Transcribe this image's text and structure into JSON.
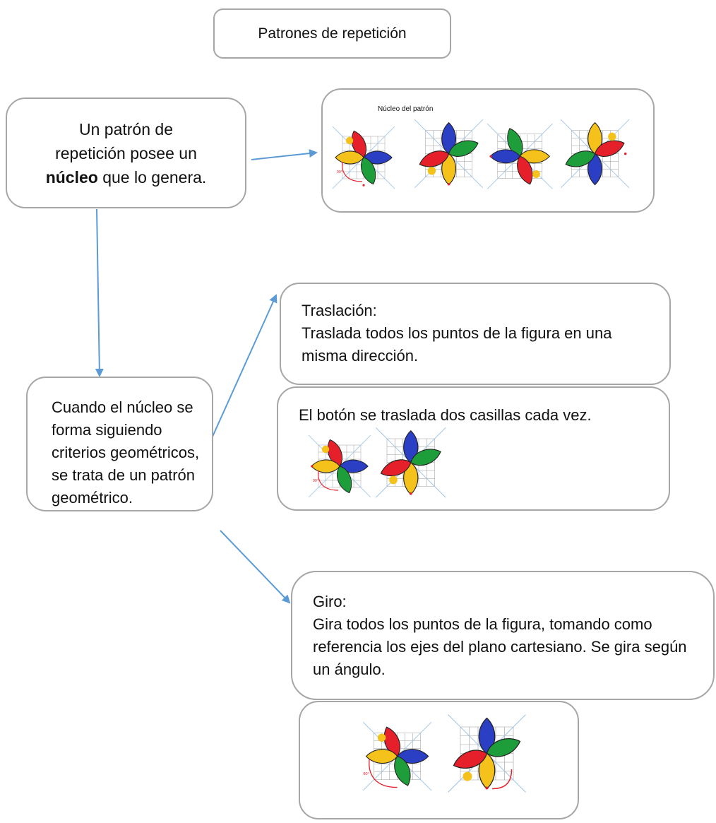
{
  "title": "Patrones de repetición",
  "intro": {
    "part1": "Un patrón de repetición posee un ",
    "bold": "núcleo",
    "part2": " que lo genera."
  },
  "nucleo_label": "Núcleo del patrón",
  "geometric": "Cuando el núcleo se forma siguiendo criterios geométricos, se trata de un patrón geométrico.",
  "traslacion": {
    "title": "Traslación:",
    "text": "Traslada todos los puntos de la figura en una misma dirección."
  },
  "traslacion_example": "El botón se traslada dos casillas cada vez.",
  "giro": {
    "title": "Giro:",
    "text": "Gira todos los puntos de la figura, tomando como referencia los ejes del plano cartesiano. Se gira según un ángulo."
  },
  "angle_label": "90°",
  "colors": {
    "red": "#e5202a",
    "blue": "#2b3fc4",
    "green": "#1e9e3a",
    "yellow": "#f4c21b",
    "border": "#a6a6a6",
    "arrow": "#5b9bd5"
  }
}
